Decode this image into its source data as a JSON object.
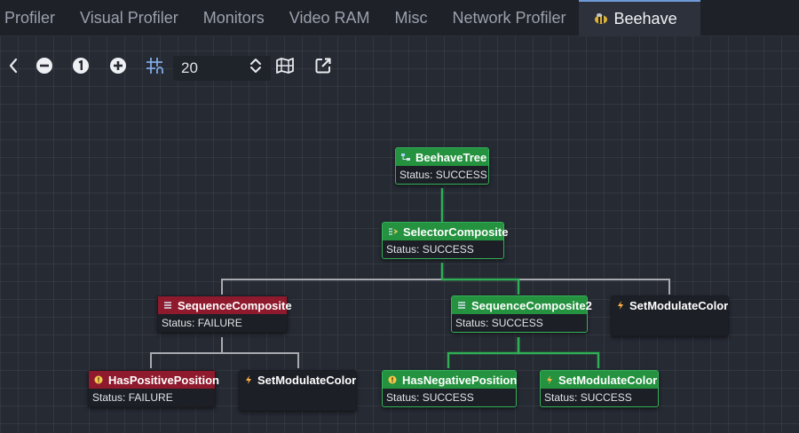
{
  "tabs": [
    {
      "label": "Profiler"
    },
    {
      "label": "Visual Profiler"
    },
    {
      "label": "Monitors"
    },
    {
      "label": "Video RAM"
    },
    {
      "label": "Misc"
    },
    {
      "label": "Network Profiler"
    },
    {
      "label": "Beehave",
      "icon": "bee-icon",
      "active": true
    }
  ],
  "toolbar": {
    "zoom_value": "20",
    "buttons": [
      "back-icon",
      "zoom-out-icon",
      "zoom-reset-icon",
      "zoom-in-icon",
      "snap-grid-icon",
      "stepper-icon",
      "minimap-icon",
      "open-external-icon"
    ]
  },
  "colors": {
    "success": "#24923f",
    "success_border": "#35b05a",
    "failure": "#8f1a2d",
    "edge_active": "#2fae55",
    "edge_inactive": "#a9abb0"
  },
  "tree": {
    "nodes": {
      "root": {
        "title": "BeehaveTree",
        "status": "Status: SUCCESS",
        "state": "success",
        "icon": "tree-icon"
      },
      "sel": {
        "title": "SelectorComposite",
        "status": "Status: SUCCESS",
        "state": "success",
        "icon": "selector-icon"
      },
      "seq1": {
        "title": "SequenceComposite",
        "status": "Status: FAILURE",
        "state": "failure",
        "icon": "sequence-icon"
      },
      "seq2": {
        "title": "SequenceComposite2",
        "status": "Status: SUCCESS",
        "state": "success",
        "icon": "sequence-icon"
      },
      "smc1": {
        "title": "SetModulateColor",
        "status": "",
        "state": "plain",
        "icon": "action-icon"
      },
      "hpp": {
        "title": "HasPositivePosition",
        "status": "Status: FAILURE",
        "state": "failure",
        "icon": "condition-icon"
      },
      "smc2": {
        "title": "SetModulateColor",
        "status": "",
        "state": "plain",
        "icon": "action-icon"
      },
      "hnp": {
        "title": "HasNegativePosition",
        "status": "Status: SUCCESS",
        "state": "success",
        "icon": "condition-icon"
      },
      "smc3": {
        "title": "SetModulateColor",
        "status": "Status: SUCCESS",
        "state": "success",
        "icon": "action-icon"
      }
    }
  }
}
